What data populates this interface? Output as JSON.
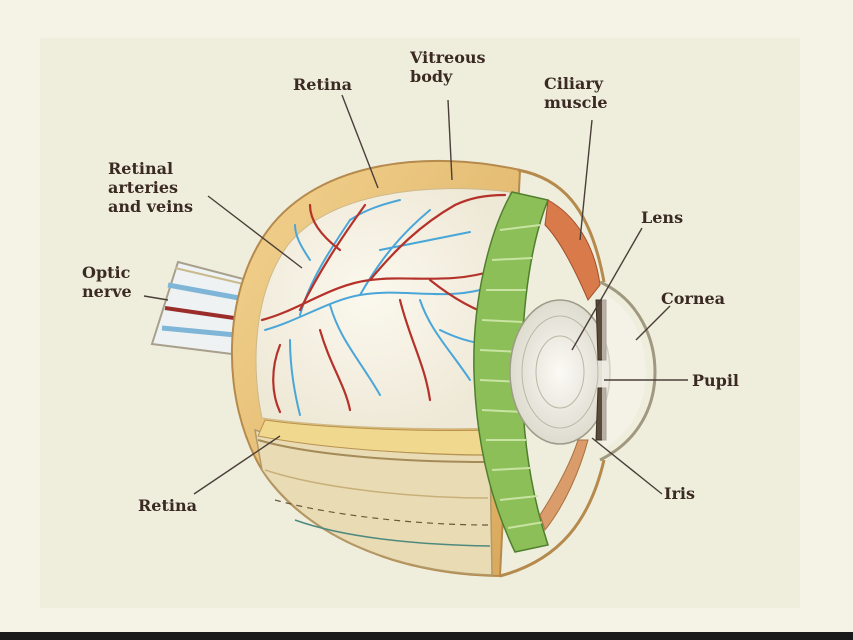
{
  "labels": {
    "retina_top": "Retina",
    "vitreous_body": [
      "Vitreous",
      "body"
    ],
    "ciliary_muscle": [
      "Ciliary",
      "muscle"
    ],
    "retinal_vessels": [
      "Retinal",
      "arteries",
      "and veins"
    ],
    "lens": "Lens",
    "optic_nerve": [
      "Optic",
      "nerve"
    ],
    "cornea": "Cornea",
    "pupil": "Pupil",
    "retina_bottom": "Retina",
    "iris": "Iris"
  },
  "colors": {
    "background": "#f4f3e6",
    "label_text": "#3a2a22",
    "sclera": "#e8c27a",
    "vitreous": "#f3efe0",
    "arteries": "#b5322a",
    "veins": "#4aa6d8",
    "ciliary_body": "#7fb550",
    "lens": "#ece9df",
    "leader_lines": "#4a3f38"
  }
}
